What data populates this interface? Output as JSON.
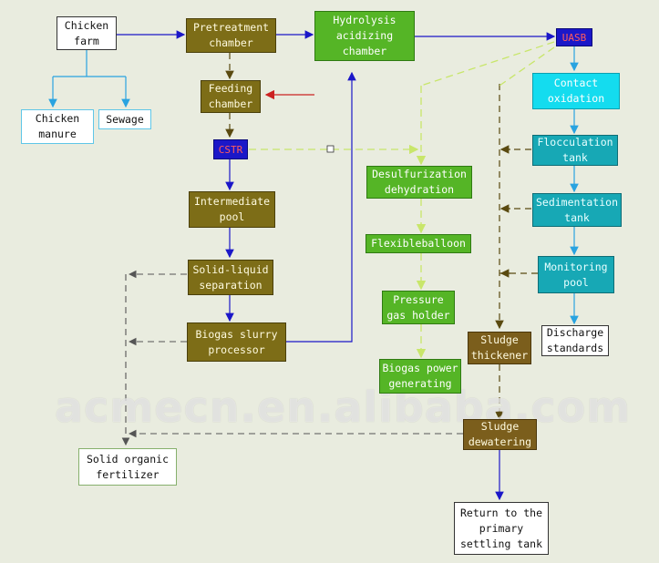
{
  "nodes": {
    "chicken_farm": "Chicken\nfarm",
    "chicken_manure": "Chicken\nmanure",
    "sewage": "Sewage",
    "pretreatment": "Pretreatment\nchamber",
    "hydrolysis": "Hydrolysis\nacidizing\nchamber",
    "feeding": "Feeding\nchamber",
    "cstr": "CSTR",
    "uasb": "UASB",
    "contact_oxidation": "Contact\noxidation",
    "intermediate_pool": "Intermediate\npool",
    "solid_liquid": "Solid-liquid\nseparation",
    "biogas_slurry": "Biogas slurry\nprocessor",
    "desulfurization": "Desulfurization\ndehydration",
    "flexible_balloon": "Flexibleballoon",
    "pressure_holder": "Pressure\ngas holder",
    "biogas_power": "Biogas power\ngenerating",
    "flocculation": "Flocculation\ntank",
    "sedimentation": "Sedimentation\ntank",
    "monitoring": "Monitoring\npool",
    "discharge": "Discharge\nstandards",
    "sludge_thickener": "Sludge\nthickener",
    "sludge_dewatering": "Sludge\ndewatering",
    "solid_fertilizer": "Solid organic\nfertilizer",
    "return_tank": "Return to the\nprimary\nsettling tank"
  },
  "watermark": "acmecn.en.alibaba.com",
  "colors": {
    "background": "#e9ecdf",
    "main_flow": "#1b17c8",
    "gas_flow": "#c8e66a",
    "sludge_flow": "#5a4a10",
    "water_flow": "#29a3e0",
    "return_flow": "#cc2222",
    "fertilizer_flow": "#555555"
  }
}
